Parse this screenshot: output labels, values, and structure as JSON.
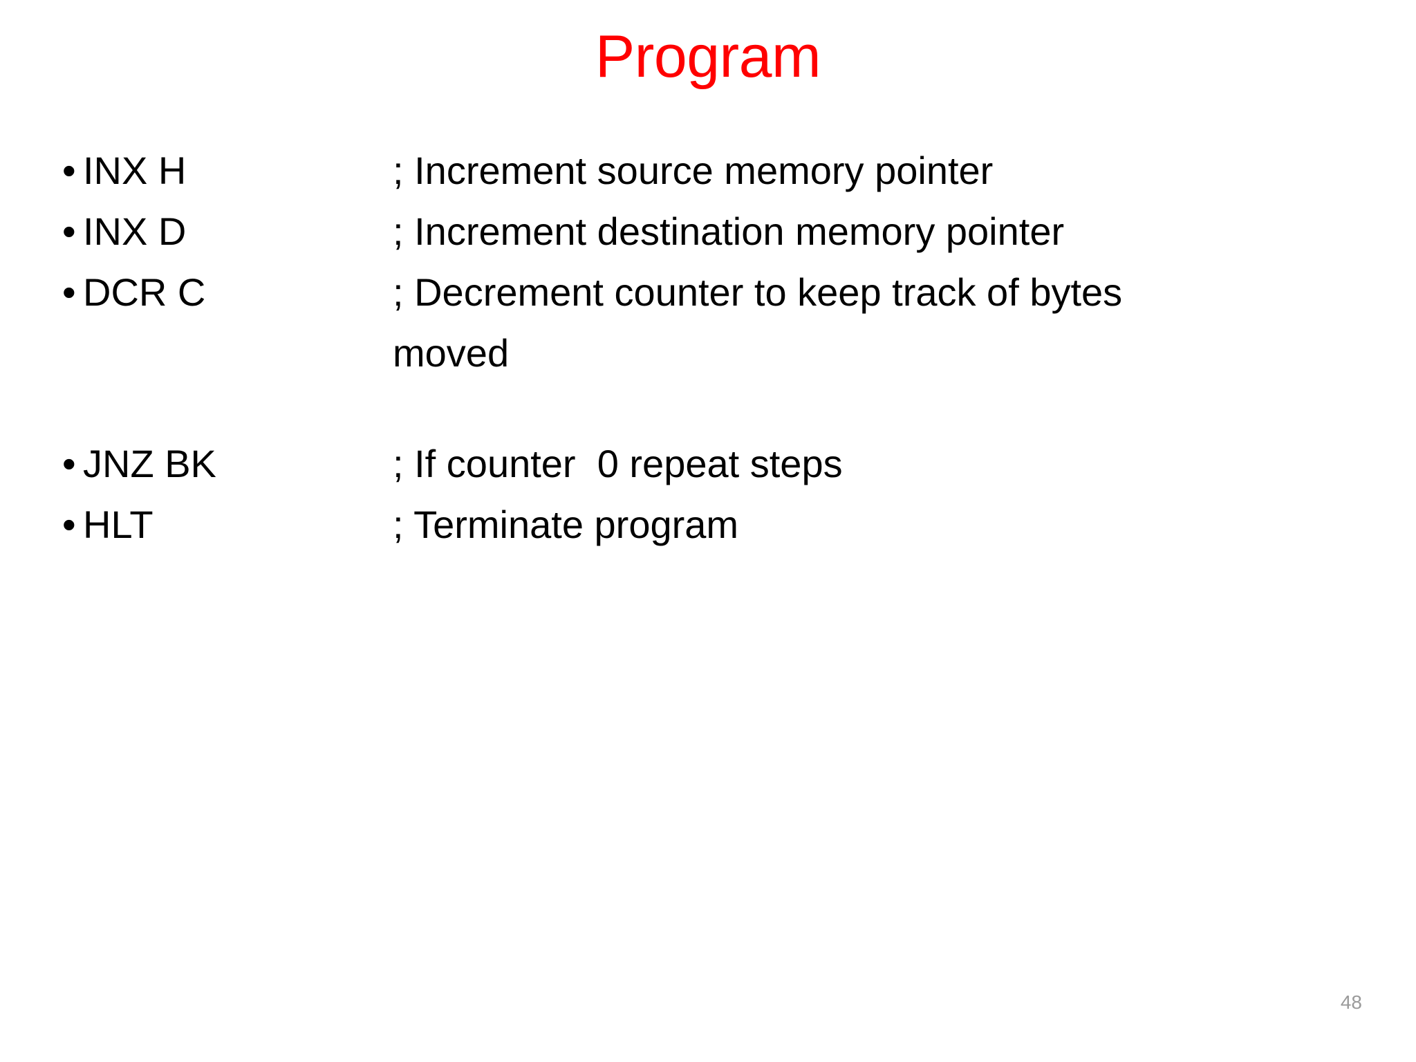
{
  "slide": {
    "title": "Program",
    "title_color": "#FF0000",
    "background_color": "#FFFFFF",
    "text_color": "#000000",
    "page_number": "48",
    "page_number_color": "#9A9A9A",
    "bullet_glyph": "•"
  },
  "program": {
    "lines": [
      {
        "bullet": "•",
        "mnemonic": "INX H",
        "comment": "; Increment source memory pointer"
      },
      {
        "bullet": "•",
        "mnemonic": "INX D",
        "comment": "; Increment destination memory pointer"
      },
      {
        "bullet": "•",
        "mnemonic": "DCR C",
        "comment": "; Decrement counter to keep track of bytes moved"
      },
      {
        "bullet": "•",
        "mnemonic": "JNZ BK",
        "comment": "; If counter  0 repeat steps"
      },
      {
        "bullet": "•",
        "mnemonic": "HLT",
        "comment": "; Terminate program"
      }
    ]
  }
}
